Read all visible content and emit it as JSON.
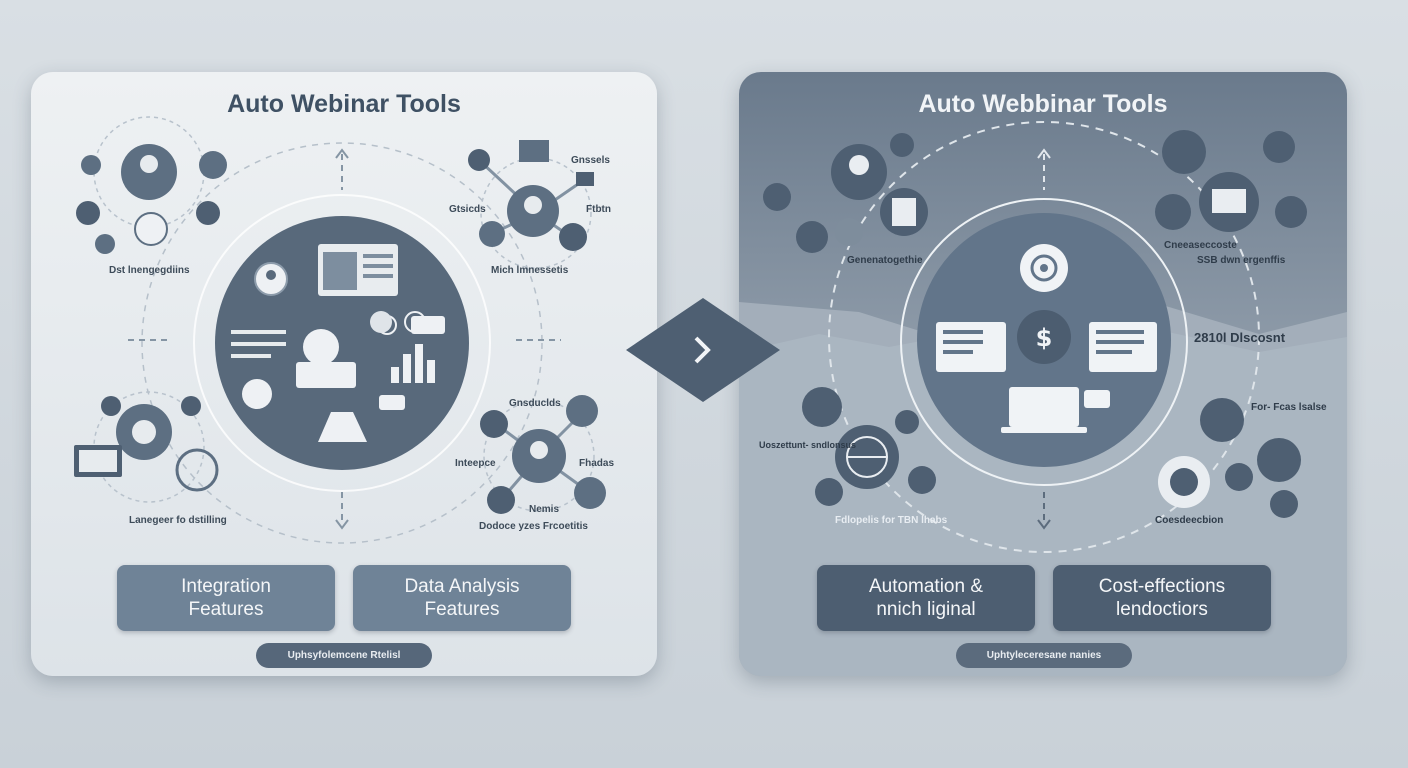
{
  "left_panel": {
    "title": "Auto Webinar Tools",
    "labels": {
      "top_left": "Dst lnengegdiins",
      "top_right": "Mich lmnessetis",
      "top_right_a": "Gnssels",
      "top_right_b": "Gtsicds",
      "top_right_c": "Ftbtn",
      "bottom_left": "Lanegeer fo dstilling",
      "bottom_right": "Dodoce yzes Frcoetitis",
      "bottom_right_a": "Gnsduclds",
      "bottom_right_b": "Inteepce",
      "bottom_right_c": "Fhadas",
      "bottom_right_d": "Nemis"
    },
    "buttons": [
      "Integration\nFeatures",
      "Data Analysis\nFeatures"
    ],
    "pill": "Uphsyfolemcene Rtelisl"
  },
  "right_panel": {
    "title": "Auto Webbinar Tools",
    "labels": {
      "top_left": "Genenatogethie",
      "top_right_a": "Cneeaseccoste",
      "top_right_b": "SSB dwn ergenffis",
      "right_middle": "2810l Dlscosnt",
      "bottom_left": "Fdlopelis for TBN lhabs",
      "bottom_left_a": "Uoszettunt- sndlonsus",
      "bottom_right": "Coesdeecbion",
      "bottom_right_a": "For- Fcas lsalse"
    },
    "buttons": [
      "Automation &\nnnich liginal",
      "Cost-effections\nlendoctiors"
    ],
    "pill": "Uphtyleceresane nanies"
  },
  "arrow_icon": "chevron-right-icon"
}
